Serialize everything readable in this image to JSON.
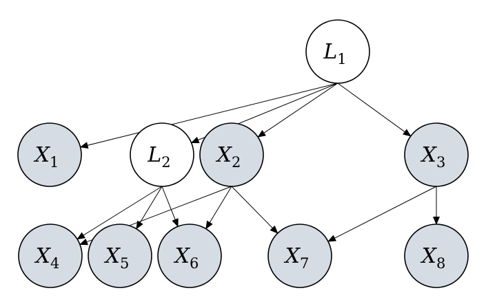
{
  "colors": {
    "latent_fill": "#ffffff",
    "observed_fill": "#d6dce4",
    "stroke": "#000000"
  },
  "nodes": [
    {
      "id": "L1",
      "base": "L",
      "sub": "1",
      "kind": "latent"
    },
    {
      "id": "L2",
      "base": "L",
      "sub": "2",
      "kind": "latent"
    },
    {
      "id": "X1",
      "base": "X",
      "sub": "1",
      "kind": "observed"
    },
    {
      "id": "X2",
      "base": "X",
      "sub": "2",
      "kind": "observed"
    },
    {
      "id": "X3",
      "base": "X",
      "sub": "3",
      "kind": "observed"
    },
    {
      "id": "X4",
      "base": "X",
      "sub": "4",
      "kind": "observed"
    },
    {
      "id": "X5",
      "base": "X",
      "sub": "5",
      "kind": "observed"
    },
    {
      "id": "X6",
      "base": "X",
      "sub": "6",
      "kind": "observed"
    },
    {
      "id": "X7",
      "base": "X",
      "sub": "7",
      "kind": "observed"
    },
    {
      "id": "X8",
      "base": "X",
      "sub": "8",
      "kind": "observed"
    }
  ],
  "edges": [
    {
      "from": "L1",
      "to": "X1"
    },
    {
      "from": "L1",
      "to": "L2"
    },
    {
      "from": "L1",
      "to": "X2"
    },
    {
      "from": "L1",
      "to": "X3"
    },
    {
      "from": "L2",
      "to": "X4"
    },
    {
      "from": "L2",
      "to": "X5"
    },
    {
      "from": "L2",
      "to": "X6"
    },
    {
      "from": "X2",
      "to": "X4"
    },
    {
      "from": "X2",
      "to": "X6"
    },
    {
      "from": "X2",
      "to": "X7"
    },
    {
      "from": "X3",
      "to": "X7"
    },
    {
      "from": "X3",
      "to": "X8"
    }
  ]
}
